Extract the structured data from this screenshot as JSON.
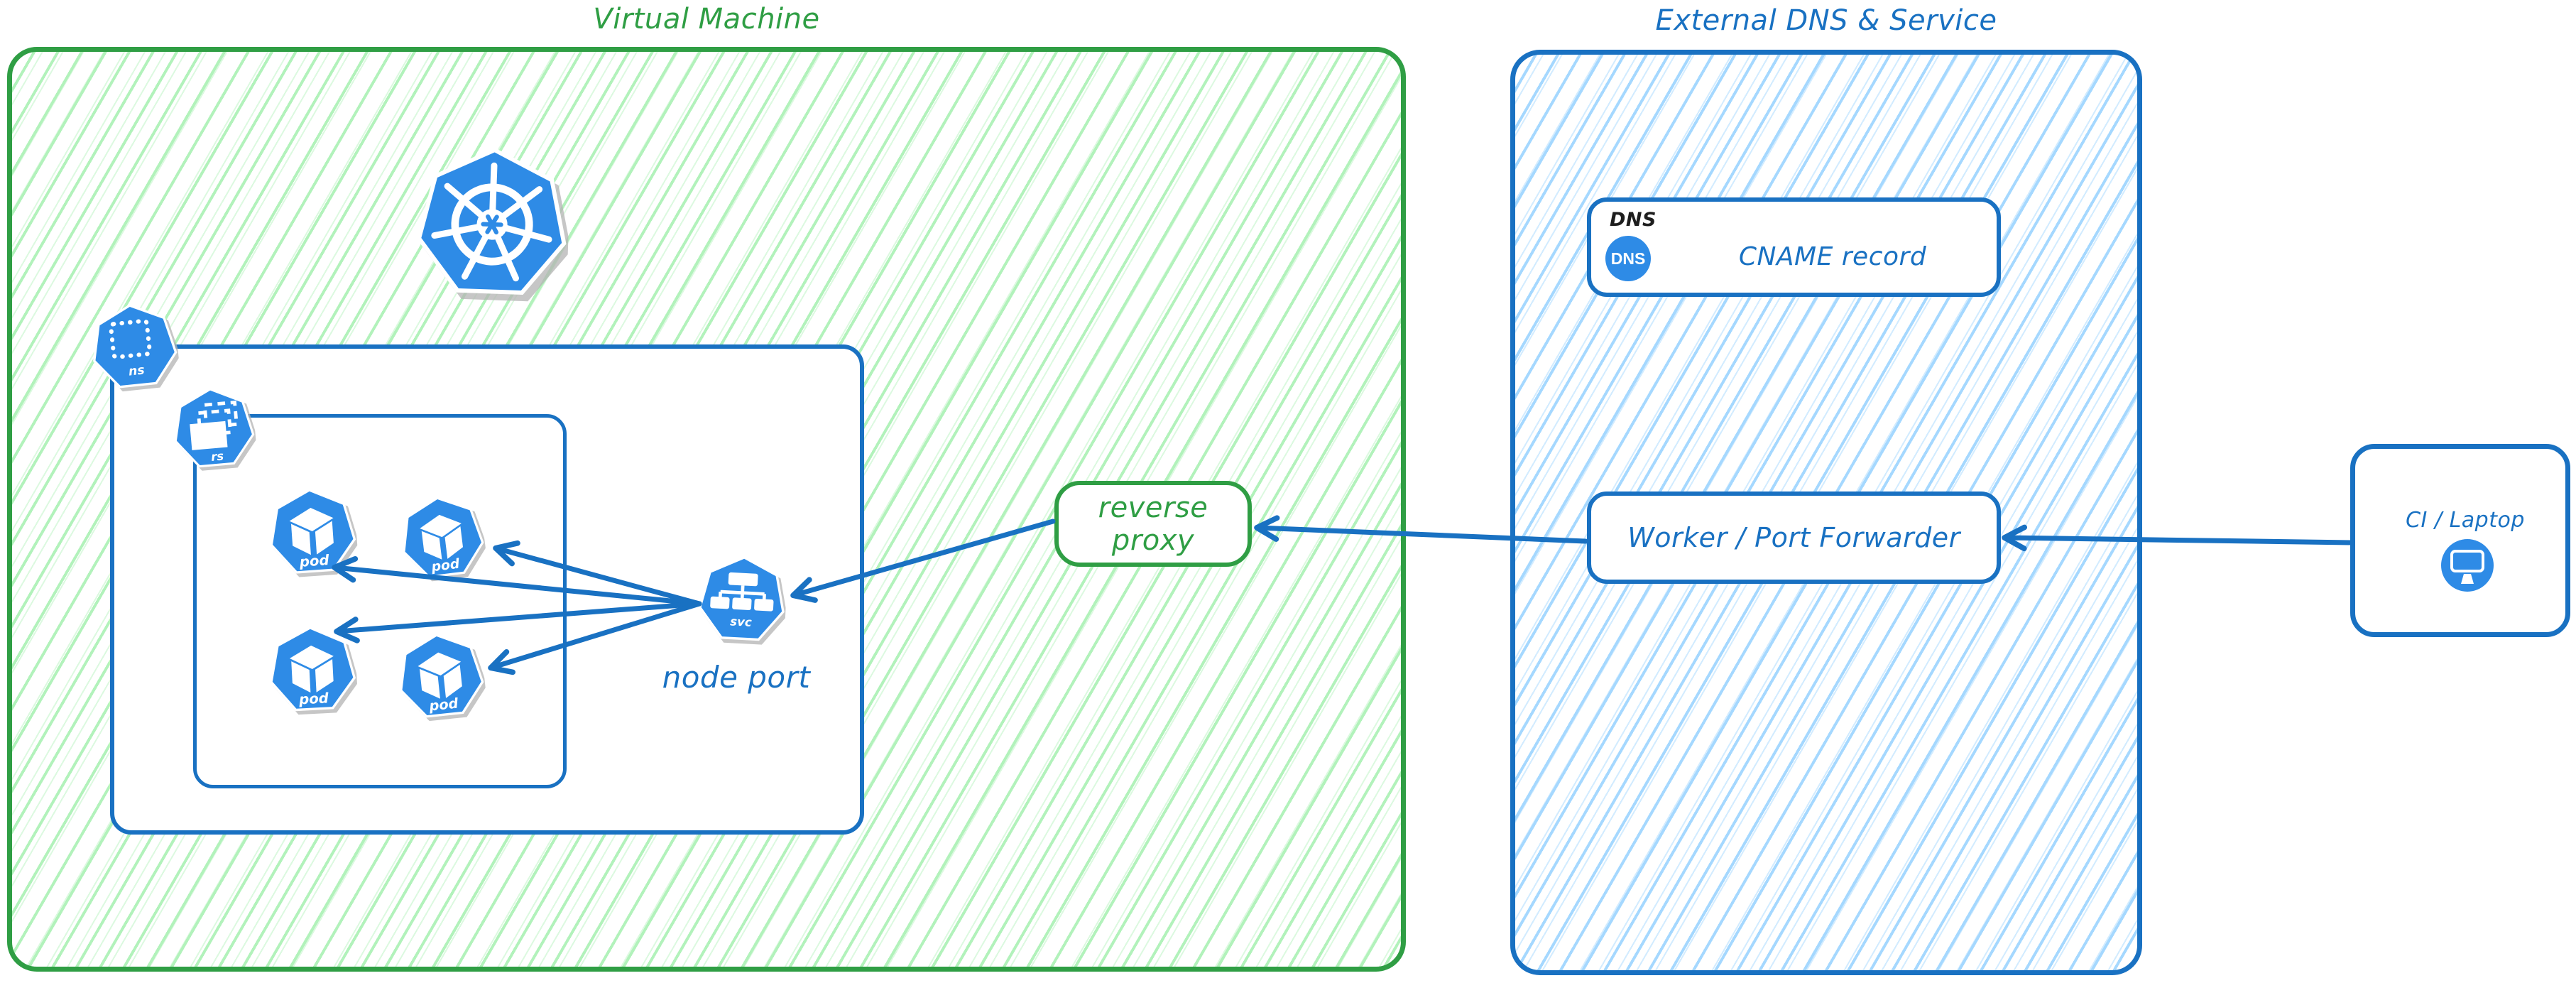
{
  "colors": {
    "green": "#2f9e44",
    "green_light": "#b2f2bb",
    "blue": "#1971c2",
    "blue_light": "#a5d8ff",
    "icon_blue": "#2e8be6",
    "ink": "#1e1e1e"
  },
  "vm": {
    "title": "Virtual Machine"
  },
  "external": {
    "title": "External DNS & Service"
  },
  "icons": {
    "namespace": "ns",
    "replicaset": "rs",
    "service": "svc"
  },
  "pods": [
    {
      "label": "pod"
    },
    {
      "label": "pod"
    },
    {
      "label": "pod"
    },
    {
      "label": "pod"
    }
  ],
  "service": {
    "caption": "node port"
  },
  "reverse_proxy": {
    "label": "reverse proxy"
  },
  "dns": {
    "tag": "DNS",
    "badge": "DNS",
    "record": "CNAME record"
  },
  "worker": {
    "label": "Worker / Port Forwarder"
  },
  "ci": {
    "label": "CI / Laptop"
  }
}
